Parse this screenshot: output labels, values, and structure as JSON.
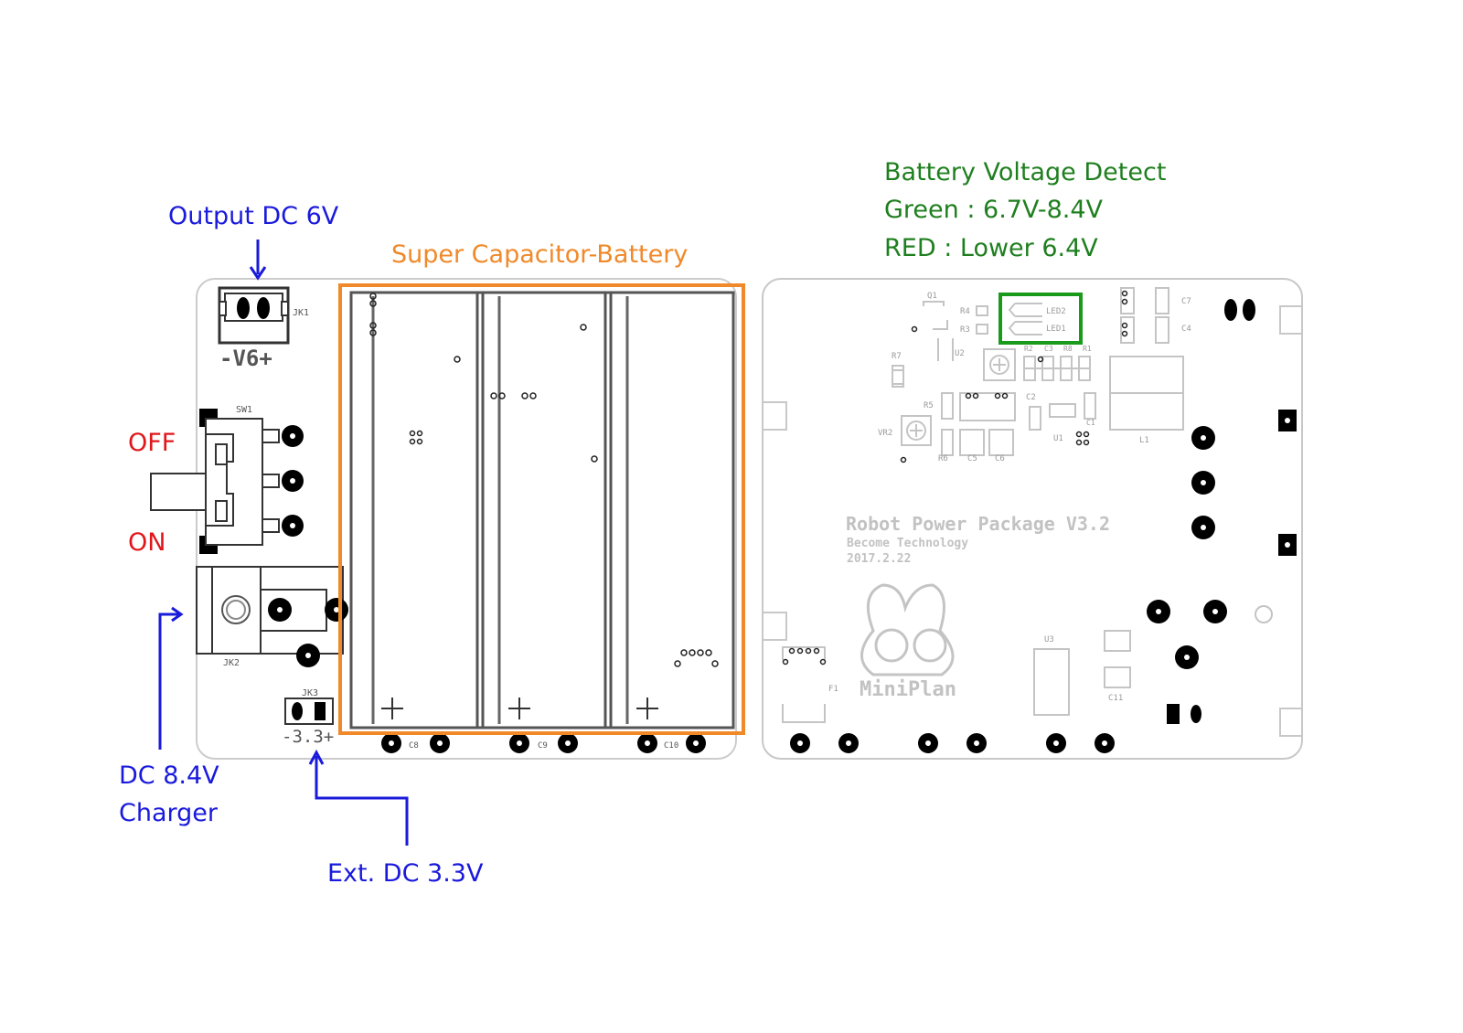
{
  "labels": {
    "output": "Output DC 6V",
    "supercap": "Super Capacitor-Battery",
    "batt_title": "Battery Voltage Detect",
    "batt_green": "Green : 6.7V-8.4V",
    "batt_red": "RED : Lower 6.4V",
    "off": "OFF",
    "on": "ON",
    "charger_line1": "DC 8.4V",
    "charger_line2": "Charger",
    "ext": "Ext. DC 3.3V"
  },
  "silkscreen": {
    "jk1": "JK1",
    "v6": "-V6+",
    "sw1": "SW1",
    "jk2": "JK2",
    "jk3": "JK3",
    "v33": "-3.3+",
    "c8": "C8",
    "c9": "C9",
    "c10": "C10",
    "board_title": "Robot Power Package V3.2",
    "company": "Become Technology",
    "date": "2017.2.22",
    "logo_text": "MiniPlan",
    "q1": "Q1",
    "r4": "R4",
    "r3": "R3",
    "led2": "LED2",
    "led1": "LED1",
    "r7": "R7",
    "u2": "U2",
    "r2": "R2",
    "c3": "C3",
    "r8": "R8",
    "r1": "R1",
    "r5": "R5",
    "c2": "C2",
    "c1": "C1",
    "vr2": "VR2",
    "u1": "U1",
    "r6": "R6",
    "c5": "C5",
    "c6": "C6",
    "l1": "L1",
    "c7": "C7",
    "c4": "C4",
    "u3": "U3",
    "c11": "C11",
    "f1": "F1"
  },
  "colors": {
    "blue": "#1a1adc",
    "red": "#e0161b",
    "orange": "#f0892a",
    "green": "#1f7f1f",
    "led_box": "#1a9a1a",
    "board_edge": "#c8c8c8"
  }
}
